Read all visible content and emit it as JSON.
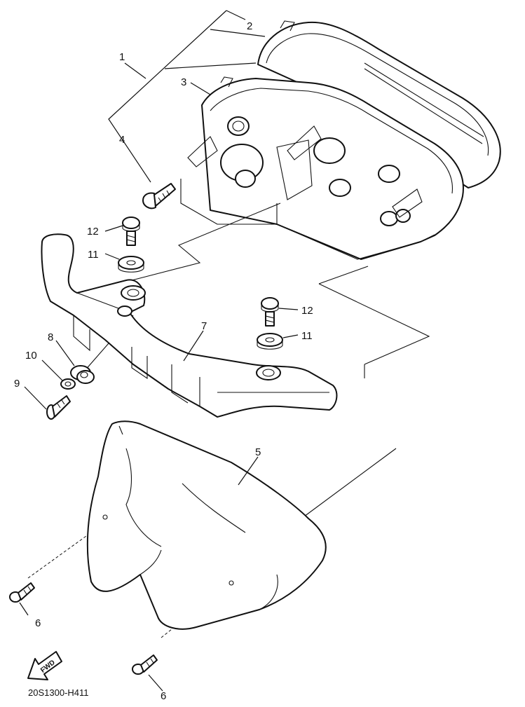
{
  "diagram": {
    "code": "20S1300-H411",
    "fwd_label": "FWD",
    "callouts": [
      "1",
      "2",
      "3",
      "4",
      "5",
      "6",
      "6",
      "7",
      "8",
      "9",
      "10",
      "11",
      "11",
      "12",
      "12"
    ]
  }
}
